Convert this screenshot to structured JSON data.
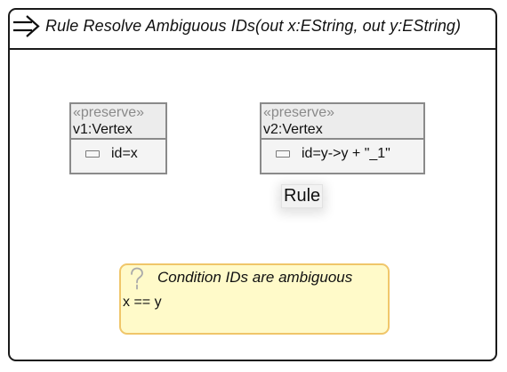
{
  "rule": {
    "title": "Rule Resolve Ambiguous IDs(out x:EString, out y:EString)",
    "icon": "rule-arrow-icon"
  },
  "nodes": [
    {
      "stereotype": "«preserve»",
      "name": "v1:Vertex",
      "attribute": "id=x",
      "attribute_icon": "attribute-icon"
    },
    {
      "stereotype": "«preserve»",
      "name": "v2:Vertex",
      "attribute": "id=y->y + \"_1\"",
      "attribute_icon": "attribute-icon"
    }
  ],
  "tooltip": {
    "text": "Rule"
  },
  "condition": {
    "icon": "question-mark-icon",
    "title": "Condition IDs are ambiguous",
    "expression": "x == y"
  },
  "colors": {
    "frame_border": "#1a1a1a",
    "node_border": "#8a8a8a",
    "node_fill": "#f2f2f2",
    "stereotype_text": "#8a8a8a",
    "condition_border": "#f0c66a",
    "condition_fill": "#fffac9"
  }
}
